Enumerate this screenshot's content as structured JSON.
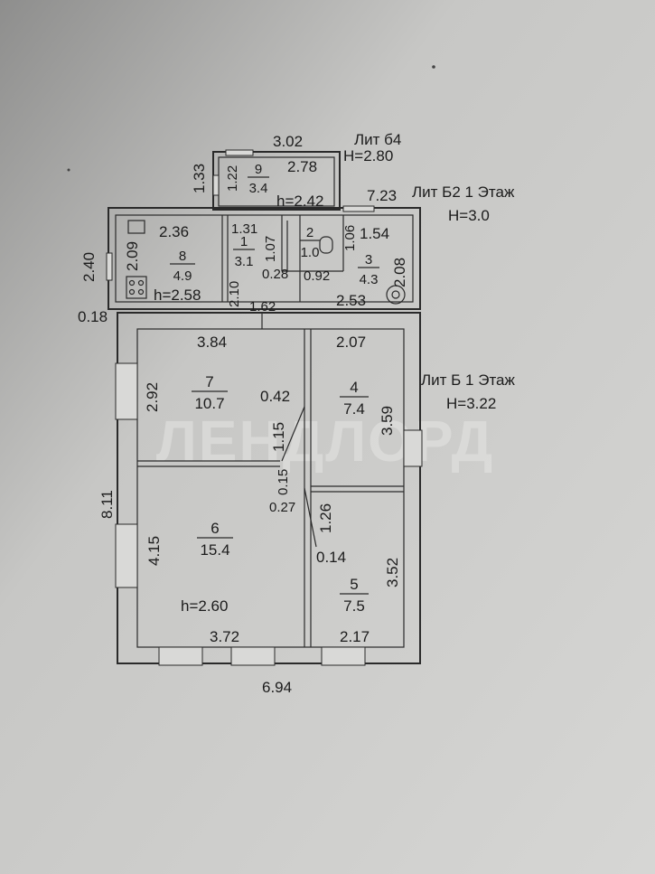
{
  "blocks": {
    "b4": {
      "lit": "Лит б4",
      "height": "H=2.80"
    },
    "b2": {
      "lit": "Лит Б2  1 Этаж",
      "height": "H=3.0"
    },
    "b": {
      "lit": "Лит Б  1 Этаж",
      "height": "H=3.22"
    }
  },
  "rooms": [
    {
      "num": "9",
      "area": "3.4"
    },
    {
      "num": "8",
      "area": "4.9"
    },
    {
      "num": "1",
      "area": "3.1"
    },
    {
      "num": "2",
      "area": "1.0"
    },
    {
      "num": "3",
      "area": "4.3"
    },
    {
      "num": "7",
      "area": "10.7"
    },
    {
      "num": "4",
      "area": "7.4"
    },
    {
      "num": "6",
      "area": "15.4"
    },
    {
      "num": "5",
      "area": "7.5"
    }
  ],
  "heights": {
    "b4": "h=2.42",
    "b2": "h=2.58",
    "b": "h=2.60"
  },
  "dims": {
    "top_302": "3.02",
    "b4_133": "1.33",
    "b4_122": "1.22",
    "b4_278": "2.78",
    "b2_723": "7.23",
    "b2_240": "2.40",
    "b2_236": "2.36",
    "b2_209": "2.09",
    "b2_131": "1.31",
    "b2_107": "1.07",
    "b2_106": "1.06",
    "b2_154": "1.54",
    "b2_208": "2.08",
    "b2_210": "2.10",
    "b2_028": "0.28",
    "b2_092": "0.92",
    "b2_253": "2.53",
    "b2_162": "1.62",
    "d_018": "0.18",
    "d_384": "3.84",
    "d_207": "2.07",
    "d_292": "2.92",
    "d_042": "0.42",
    "d_359": "3.59",
    "d_115": "1.15",
    "d_015": "0.15",
    "d_027": "0.27",
    "d_811": "8.11",
    "d_126": "1.26",
    "d_415": "4.15",
    "d_014": "0.14",
    "d_352": "3.52",
    "d_372": "3.72",
    "d_217": "2.17",
    "d_694": "6.94"
  },
  "watermark": "ЛЕНДЛОРД"
}
